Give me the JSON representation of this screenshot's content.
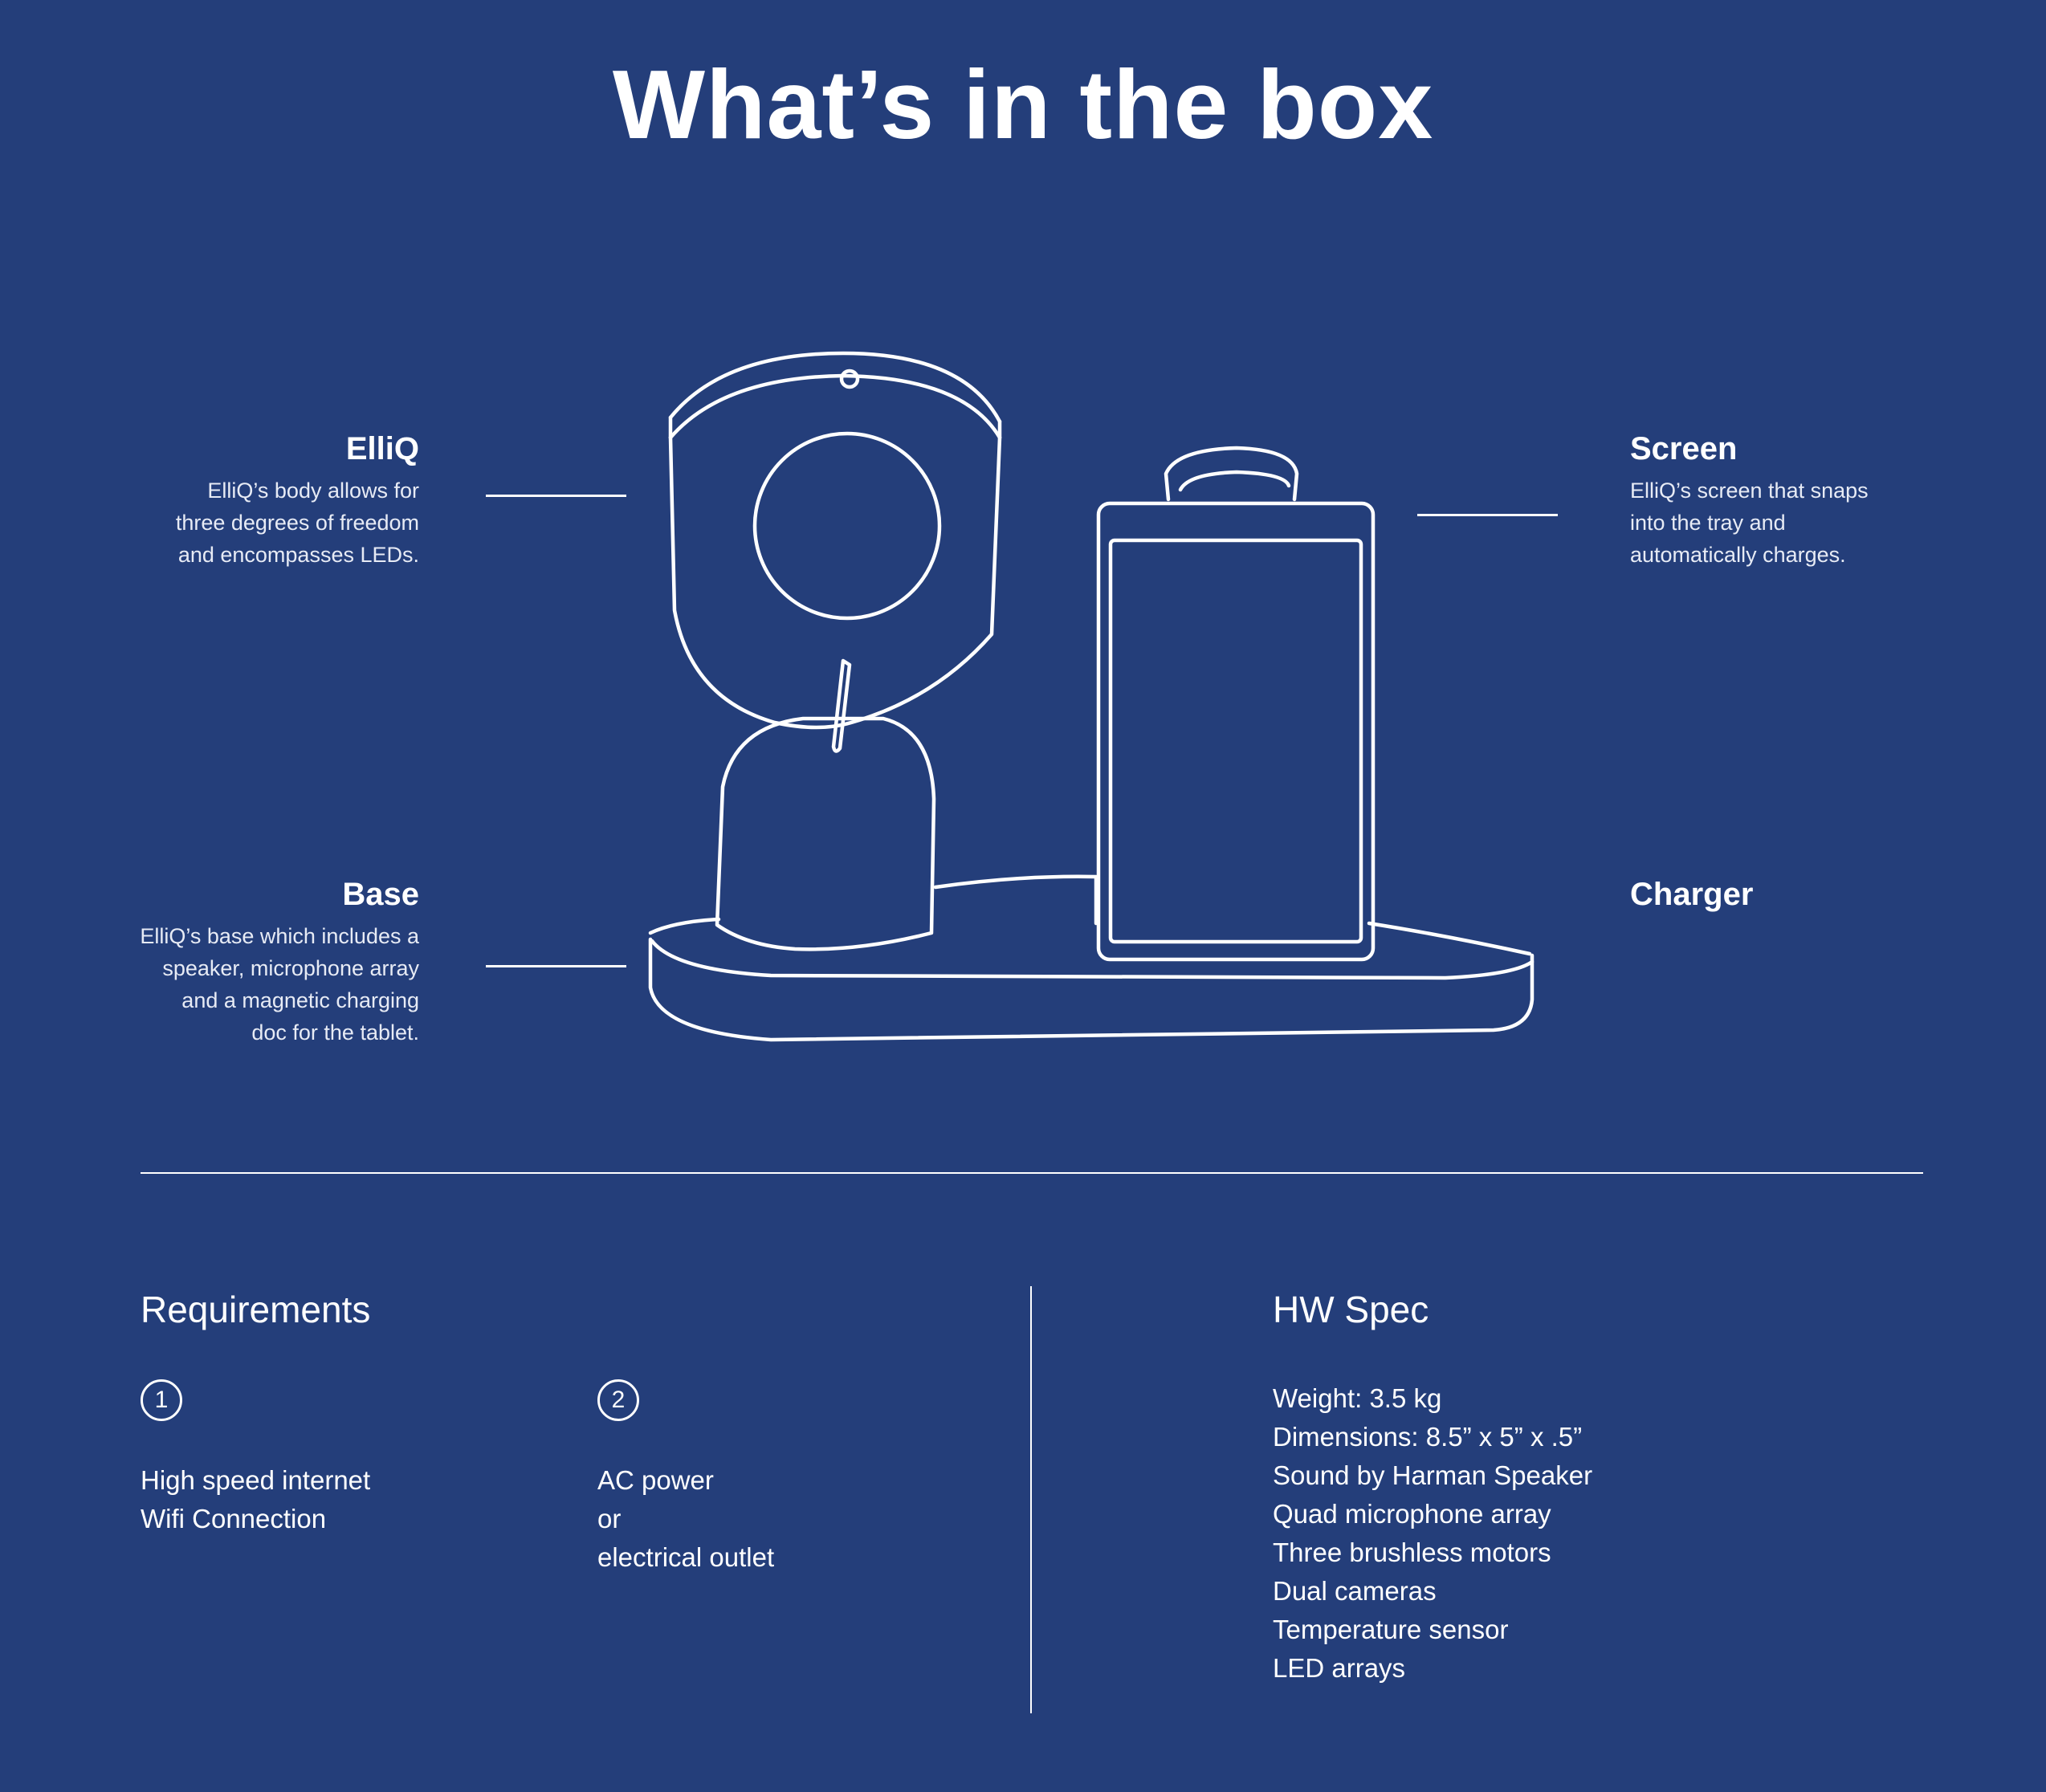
{
  "title": "What’s in the box",
  "callouts": {
    "elliq": {
      "title": "ElliQ",
      "lines": [
        "ElliQ’s body allows for",
        "three degrees of freedom",
        "and encompasses LEDs."
      ]
    },
    "base": {
      "title": "Base",
      "lines": [
        "ElliQ’s base which includes a",
        "speaker, microphone array",
        "and a magnetic charging",
        "doc for the tablet."
      ]
    },
    "screen": {
      "title": "Screen",
      "lines": [
        "ElliQ’s screen that snaps",
        "into the tray and",
        "automatically charges."
      ]
    },
    "charger": {
      "title": "Charger"
    }
  },
  "requirements": {
    "title": "Requirements",
    "items": [
      {
        "number": "1",
        "lines": [
          "High speed internet",
          "Wifi Connection"
        ]
      },
      {
        "number": "2",
        "lines": [
          "AC power",
          "or",
          "electrical outlet"
        ]
      }
    ]
  },
  "hw_spec": {
    "title": "HW Spec",
    "items": [
      "Weight: 3.5 kg",
      "Dimensions: 8.5” x 5” x .5”",
      "Sound by Harman Speaker",
      "Quad microphone array",
      "Three brushless motors",
      "Dual cameras",
      "Temperature sensor",
      "LED arrays"
    ]
  }
}
